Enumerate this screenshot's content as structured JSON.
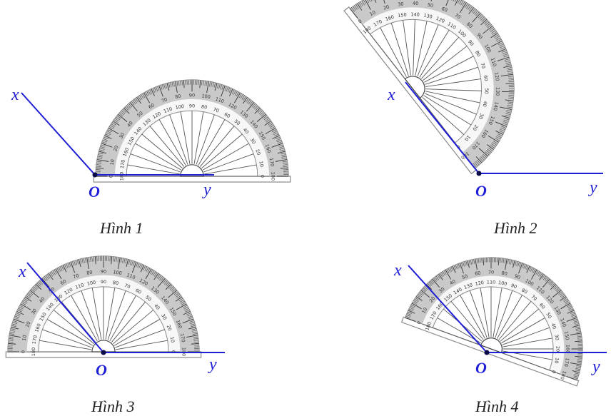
{
  "figures": [
    {
      "caption": "Hình 1",
      "x_label": "x",
      "y_label": "y",
      "origin_label": "O"
    },
    {
      "caption": "Hình 2",
      "x_label": "x",
      "y_label": "y",
      "origin_label": "O"
    },
    {
      "caption": "Hình 3",
      "x_label": "x",
      "y_label": "y",
      "origin_label": "O"
    },
    {
      "caption": "Hình 4",
      "x_label": "x",
      "y_label": "y",
      "origin_label": "O"
    }
  ],
  "scale": {
    "outer_numbers": [
      "0",
      "10",
      "20",
      "30",
      "40",
      "50",
      "60",
      "70",
      "80",
      "90",
      "100",
      "110",
      "120",
      "130",
      "140",
      "150",
      "160",
      "170",
      "180"
    ],
    "inner_numbers": [
      "180",
      "170",
      "160",
      "150",
      "140",
      "130",
      "120",
      "110",
      "100",
      "90",
      "80",
      "70",
      "60",
      "50",
      "40",
      "30",
      "20",
      "10",
      "0"
    ]
  },
  "colors": {
    "ray": "#1f1fd6",
    "protractor_band": "#c9c9c9",
    "protractor_outline": "#777777"
  }
}
